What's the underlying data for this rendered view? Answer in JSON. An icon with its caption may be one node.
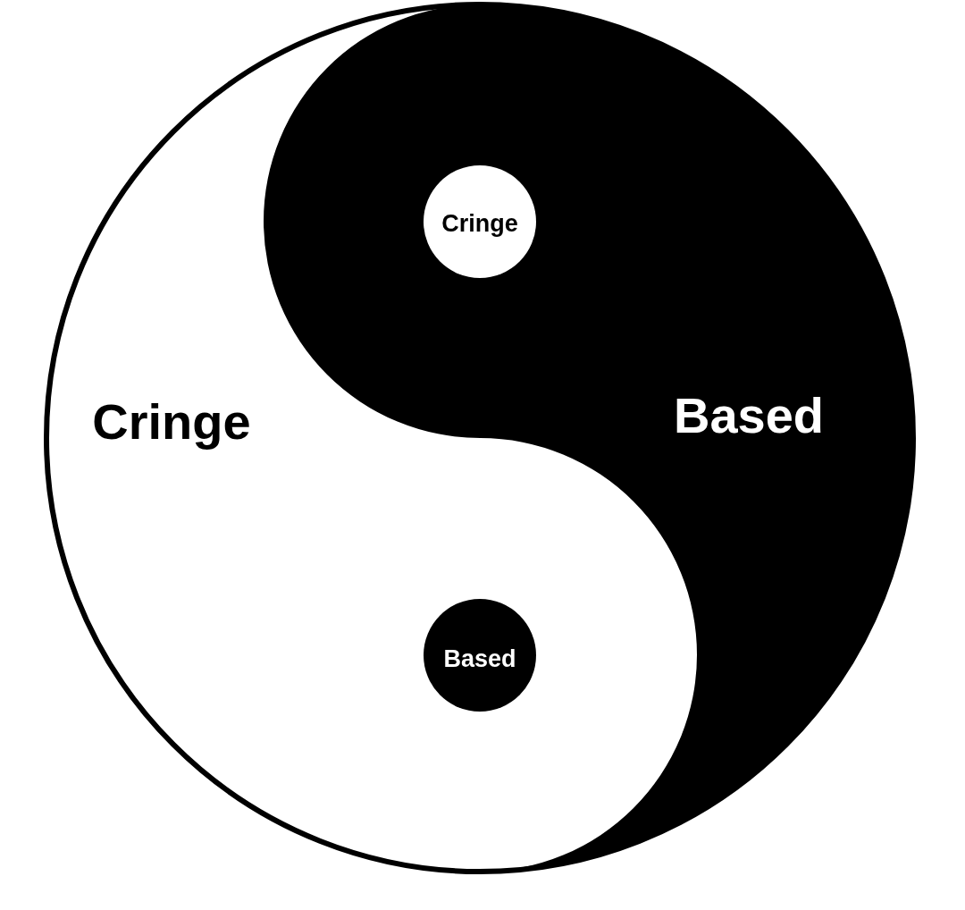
{
  "diagram": {
    "nodes": [
      {
        "text": [
          "Cringe"
        ]
      },
      {
        "text": [
          "Based"
        ]
      },
      {
        "text": [
          "Cringe"
        ],
        "in": 1
      },
      {
        "text": [
          "Based"
        ],
        "in": 0
      }
    ]
  }
}
